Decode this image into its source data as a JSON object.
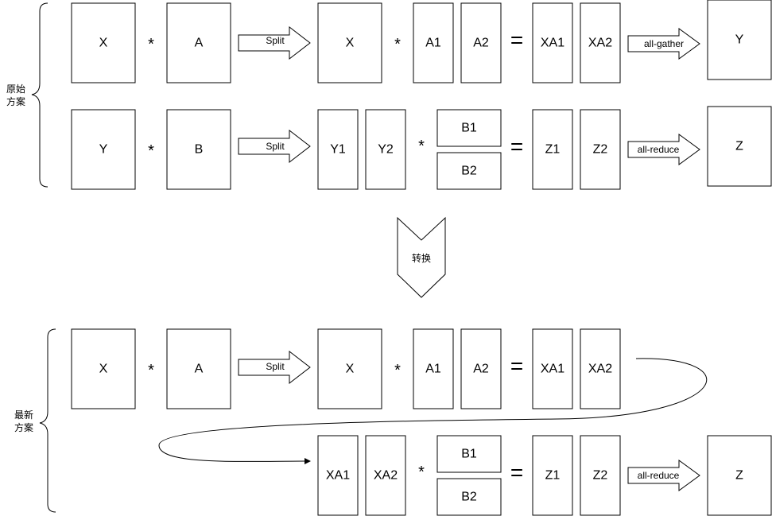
{
  "section_labels": {
    "original": [
      "原始",
      "方案"
    ],
    "latest": [
      "最新",
      "方案"
    ]
  },
  "transform_label": "转换",
  "arrows": {
    "split": "Split",
    "all_gather": "all-gather",
    "all_reduce": "all-reduce"
  },
  "operators": {
    "mul": "*",
    "eq": "="
  },
  "row1": {
    "inputs": [
      "X",
      "A"
    ],
    "split_parts": [
      "X",
      "A1",
      "A2"
    ],
    "results": [
      "XA1",
      "XA2"
    ],
    "output": "Y"
  },
  "row2": {
    "inputs": [
      "Y",
      "B"
    ],
    "split_parts": [
      "Y1",
      "Y2",
      "B1",
      "B2"
    ],
    "results": [
      "Z1",
      "Z2"
    ],
    "output": "Z"
  },
  "row3": {
    "inputs": [
      "X",
      "A"
    ],
    "split_parts": [
      "X",
      "A1",
      "A2"
    ],
    "results": [
      "XA1",
      "XA2"
    ]
  },
  "row4": {
    "inputs": [
      "XA1",
      "XA2",
      "B1",
      "B2"
    ],
    "results": [
      "Z1",
      "Z2"
    ],
    "output": "Z"
  }
}
